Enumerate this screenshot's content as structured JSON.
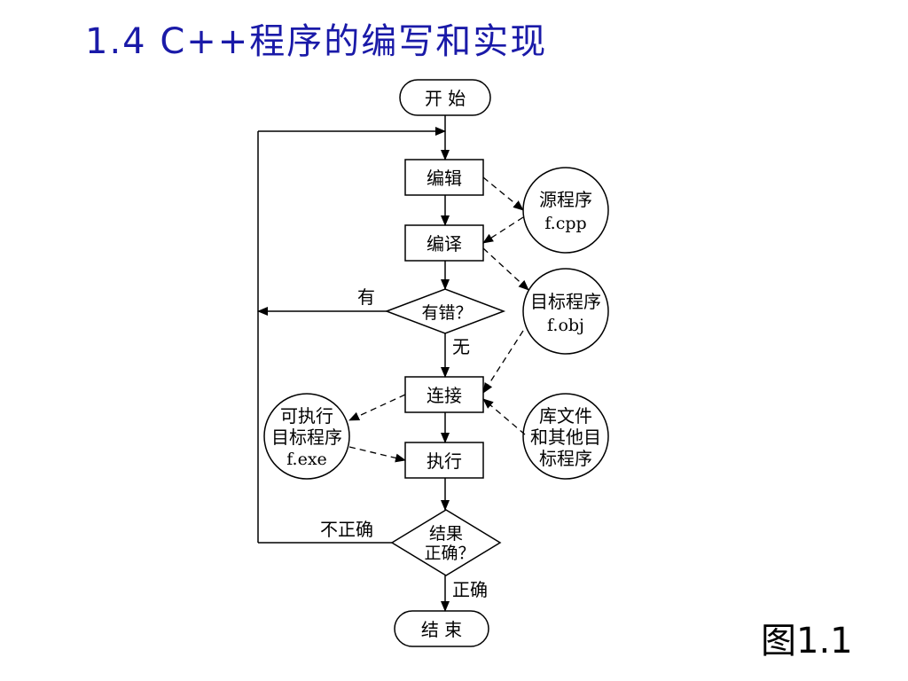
{
  "slide": {
    "title": "1.4 C++程序的编写和实现",
    "figure_label_prefix": "图",
    "figure_label_number": "1.1"
  },
  "flowchart": {
    "start": "开 始",
    "edit": "编辑",
    "compile": "编译",
    "has_error": "有错？",
    "link": "连接",
    "execute": "执行",
    "result_line1": "结果",
    "result_line2": "正确？",
    "end": "结 束",
    "source_line1": "源程序",
    "source_line2": "f.cpp",
    "object_line1": "目标程序",
    "object_line2": "f.obj",
    "exe_line1": "可执行",
    "exe_line2": "目标程序",
    "exe_line3": "f.exe",
    "lib_line1": "库文件",
    "lib_line2": "和其他目",
    "lib_line3": "标程序",
    "edge_yes": "有",
    "edge_no": "无",
    "edge_incorrect": "不正确",
    "edge_correct": "正确"
  }
}
